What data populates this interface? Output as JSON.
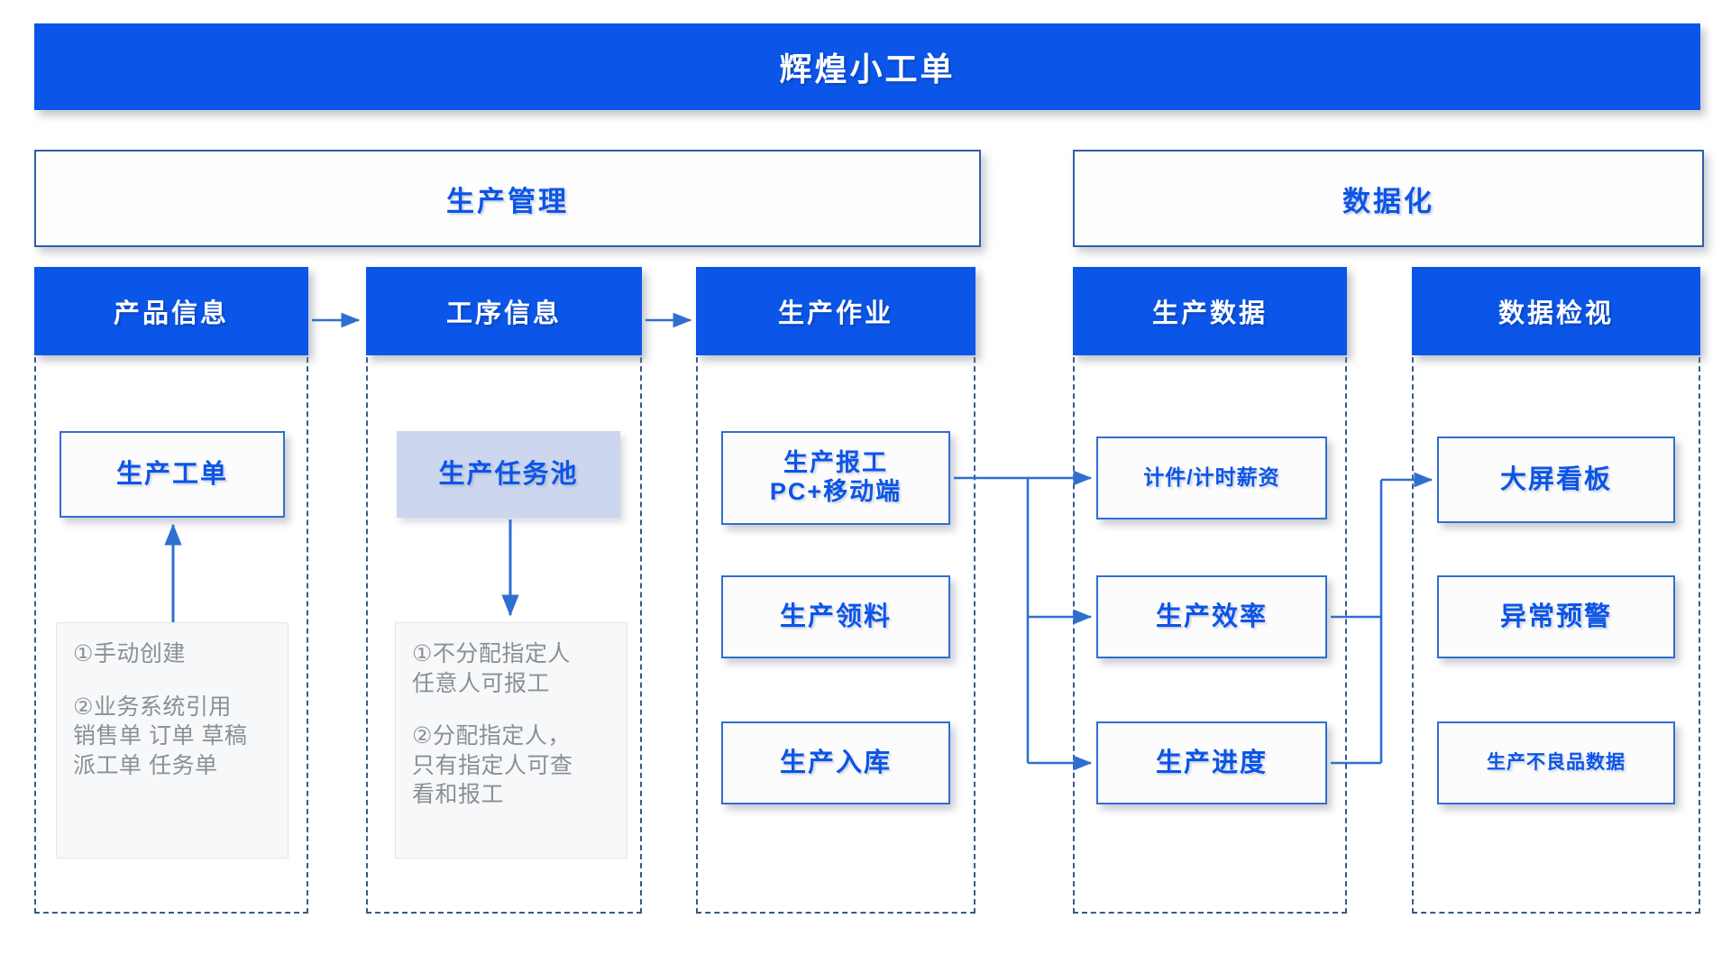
{
  "title": {
    "text": "辉煌小工单"
  },
  "groups": [
    {
      "id": "production",
      "label": "生产管理"
    },
    {
      "id": "data",
      "label": "数据化"
    }
  ],
  "columns": [
    {
      "id": "product-info",
      "header": "产品信息",
      "nodes": [
        {
          "id": "work-order",
          "label": "生产工单"
        }
      ],
      "note": {
        "lines": [
          "①手动创建",
          "②业务系统引用",
          "销售单 订单 草稿",
          "派工单 任务单"
        ]
      }
    },
    {
      "id": "process-info",
      "header": "工序信息",
      "nodes": [
        {
          "id": "task-pool",
          "label": "生产任务池"
        }
      ],
      "note": {
        "lines": [
          "①不分配指定人",
          "任意人可报工",
          "②分配指定人，",
          "只有指定人可查",
          "看和报工"
        ]
      }
    },
    {
      "id": "production-job",
      "header": "生产作业",
      "nodes": [
        {
          "id": "report-work",
          "label": "生产报工",
          "label2": "PC+移动端"
        },
        {
          "id": "material-pick",
          "label": "生产领料"
        },
        {
          "id": "stock-in",
          "label": "生产入库"
        }
      ]
    },
    {
      "id": "production-data",
      "header": "生产数据",
      "nodes": [
        {
          "id": "piece-time-salary",
          "label": "计件/计时薪资"
        },
        {
          "id": "efficiency",
          "label": "生产效率"
        },
        {
          "id": "progress",
          "label": "生产进度"
        }
      ]
    },
    {
      "id": "data-review",
      "header": "数据检视",
      "nodes": [
        {
          "id": "big-screen",
          "label": "大屏看板"
        },
        {
          "id": "exception-alert",
          "label": "异常预警"
        },
        {
          "id": "defect-data",
          "label": "生产不良品数据"
        }
      ]
    }
  ],
  "colors": {
    "brand_blue": "#0b55e8",
    "node_border": "#2f6fd0",
    "column_dash": "#3c5a86",
    "pool_fill": "#ccd6ee",
    "note_text": "#8b8f93"
  }
}
